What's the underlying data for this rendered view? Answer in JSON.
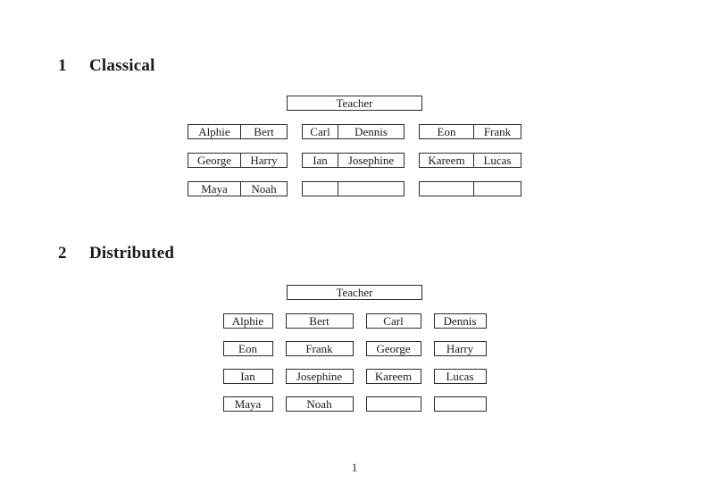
{
  "theme": {
    "background": "#ffffff",
    "text": "#1a1a1a",
    "box_border": "#2b2b2b"
  },
  "sections": [
    {
      "number": "1",
      "title": "Classical",
      "teacher_label": "Teacher",
      "rows": [
        [
          {
            "left": "Alphie",
            "right": "Bert"
          },
          {
            "left": "Carl",
            "right": "Dennis"
          },
          {
            "left": "Eon",
            "right": "Frank"
          }
        ],
        [
          {
            "left": "George",
            "right": "Harry"
          },
          {
            "left": "Ian",
            "right": "Josephine"
          },
          {
            "left": "Kareem",
            "right": "Lucas"
          }
        ],
        [
          {
            "left": "Maya",
            "right": "Noah"
          },
          {
            "left": "",
            "right": ""
          },
          {
            "left": "",
            "right": ""
          }
        ]
      ]
    },
    {
      "number": "2",
      "title": "Distributed",
      "teacher_label": "Teacher",
      "rows": [
        [
          "Alphie",
          "Bert",
          "Carl",
          "Dennis"
        ],
        [
          "Eon",
          "Frank",
          "George",
          "Harry"
        ],
        [
          "Ian",
          "Josephine",
          "Kareem",
          "Lucas"
        ],
        [
          "Maya",
          "Noah",
          "",
          ""
        ]
      ]
    }
  ],
  "footer": {
    "page_number": "1"
  }
}
